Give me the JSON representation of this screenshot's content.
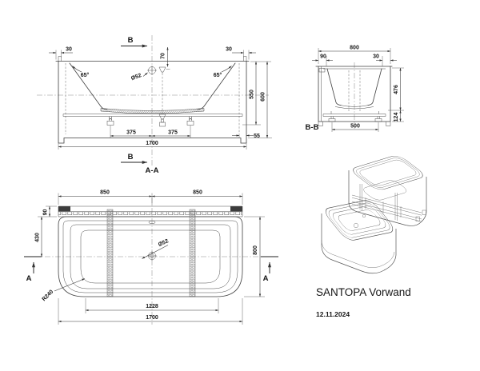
{
  "title_block": {
    "product_name": "SANTOPA Vorwand",
    "date": "12.11.2024"
  },
  "section_aa": {
    "view_label": "A-A",
    "cut_marker_top": "B",
    "cut_marker_bottom": "B",
    "dim_rim_overhang_left": "30",
    "dim_rim_overhang_right": "30",
    "dim_wall_angle_left": "65°",
    "dim_wall_angle_right": "65°",
    "dim_drain_diameter": "Ø52",
    "dim_overflow_offset": "70",
    "dim_depth_to_support": "550",
    "dim_total_height": "600",
    "dim_foot_spacing_left": "375",
    "dim_foot_spacing_right": "375",
    "dim_total_length": "1700",
    "dim_panel_inset": "55"
  },
  "section_bb": {
    "view_label": "B-B",
    "dim_total_width": "800",
    "dim_wall_gap": "90",
    "dim_rim_overhang": "30",
    "dim_depth_to_support": "476",
    "dim_base_height": "124",
    "dim_foot_spacing": "500"
  },
  "plan_view": {
    "cut_marker_left": "A",
    "cut_marker_right": "A",
    "dim_half_length_left": "850",
    "dim_half_length_right": "850",
    "dim_wall_strip": "90",
    "dim_wall_to_center": "430",
    "dim_total_width": "800",
    "dim_corner_radius": "R240",
    "dim_inner_length": "1228",
    "dim_total_length": "1700",
    "dim_drain_diameter": "Ø52"
  }
}
